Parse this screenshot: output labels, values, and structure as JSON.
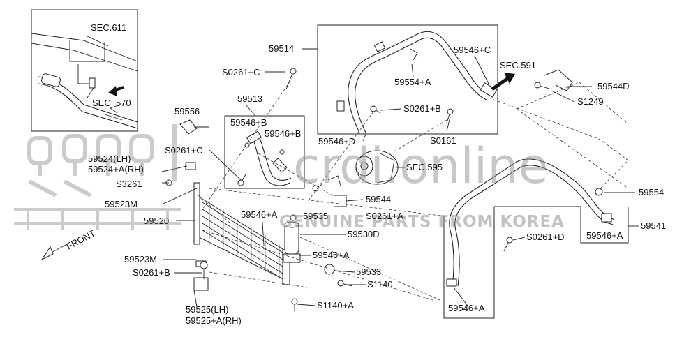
{
  "labels": {
    "sec611": "SEC.611",
    "sec570": "SEC. 570",
    "p59514": "59514",
    "p0261c_top": "S0261+C",
    "p59513": "59513",
    "p59546b_l": "59546+B",
    "p59546b_r": "59546+B",
    "p59546c": "59546+C",
    "p59554a": "59554+A",
    "sec591": "SEC.591",
    "p59544d": "59544D",
    "p1249": "S1249",
    "p0261b_mid": "S0261+B",
    "p0161": "S0161",
    "p59546d": "59546+D",
    "sec595": "SEC.595",
    "p59556": "59556",
    "p0261c_mid": "S0261+C",
    "p59524lh": "59524(LH)",
    "p59524rh": "59524+A(RH)",
    "p3261": "S3261",
    "p59523m_top": "59523M",
    "p59520": "59520",
    "p59546a_top": "59546+A",
    "p59535": "59535",
    "p0261a": "S0261+A",
    "p59544": "59544",
    "p59554": "59554",
    "p59541": "59541",
    "p59546a_r": "59546+A",
    "p0261d": "S0261+D",
    "p59530d": "59530D",
    "p59546a_low": "59546+A",
    "p59523m_low": "59523M",
    "p0261b_low": "S0261+B",
    "p59533": "59533",
    "p1140": "S1140",
    "p1140a": "S1140+A",
    "p59546a_bot": "59546+A",
    "p59525lh": "59525(LH)",
    "p59525rh": "59525+A(RH)",
    "front": "FRONT"
  },
  "watermark": {
    "main": "crdi.online",
    "sub": "GENUINE PARTS FROM KOREA"
  },
  "colors": {
    "line": "#222222",
    "watermark": "#9a9a9a"
  }
}
